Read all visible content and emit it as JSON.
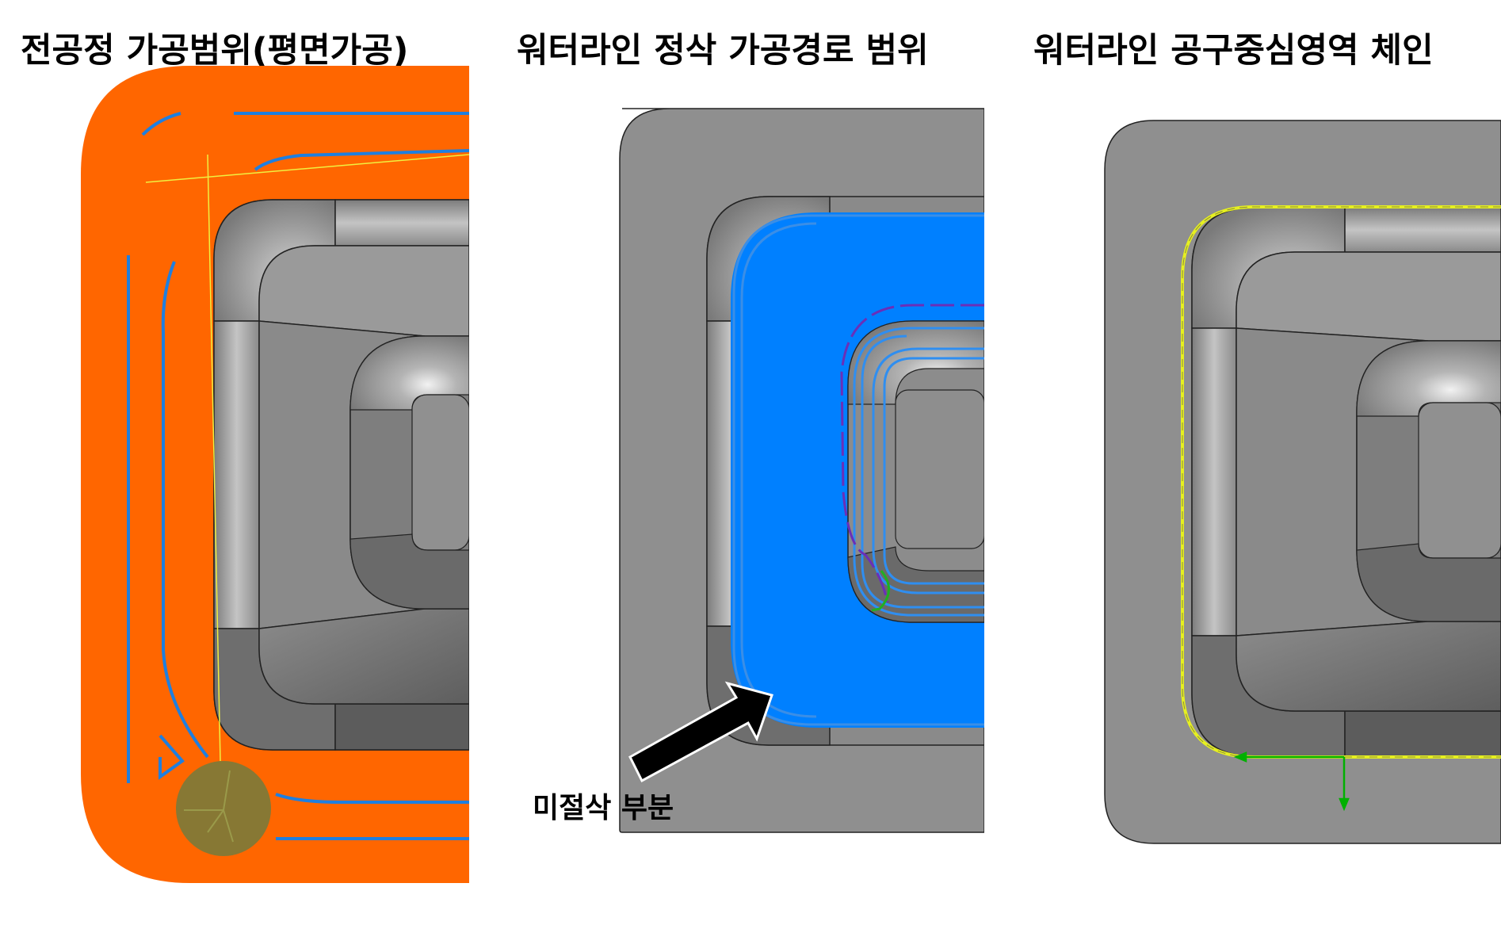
{
  "titles": {
    "panel1": "전공정 가공범위(평면가공)",
    "panel2": "워터라인 정삭 가공경로 범위",
    "panel3": "워터라인 공구중심영역 체인"
  },
  "annotations": {
    "uncut_label": "미절삭 부분"
  },
  "colors": {
    "orange_region": "#ff6600",
    "toolpath_blue": "#1e7fe0",
    "machining_area_blue": "#0080ff",
    "model_gray": "#8f8f8f",
    "chain_yellow": "#e6f020",
    "axis_green": "#00b000",
    "tool_circle": "#7a7a3a",
    "uncut_purple": "#6a2fb8"
  },
  "icons": {
    "arrow": "black-arrow-icon",
    "axis": "green-axis-icon"
  }
}
